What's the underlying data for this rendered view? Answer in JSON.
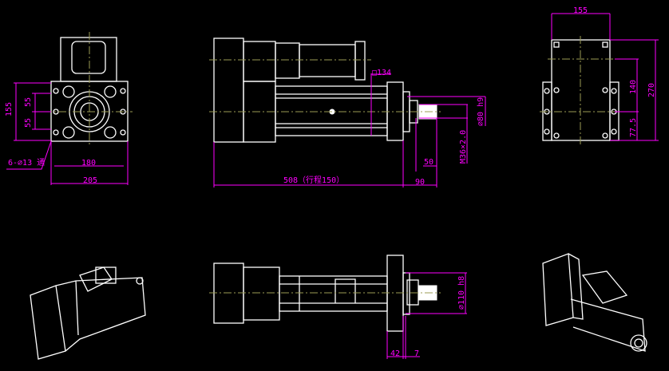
{
  "colors": {
    "background": "#000000",
    "geometry": "#ffffff",
    "dimension": "#ff00ff",
    "centerline": "#9c9c55"
  },
  "front_view": {
    "height": "155",
    "upper": "55",
    "lower": "55",
    "holes": "6-⌀13 通",
    "hole_span": "180",
    "width": "205"
  },
  "side_view": {
    "square": "□134",
    "shoulder_dia": "⌀80 h9",
    "thread": "M36×2.0",
    "rod_len": "50",
    "length": "508（行程150）",
    "extension": "90"
  },
  "end_view": {
    "width": "155",
    "axis_height": "140",
    "height": "270",
    "base_offset": "77.5"
  },
  "bottom_view": {
    "flange_dia": "⌀110 h8",
    "flange_thk": "42",
    "spigot": "7"
  }
}
